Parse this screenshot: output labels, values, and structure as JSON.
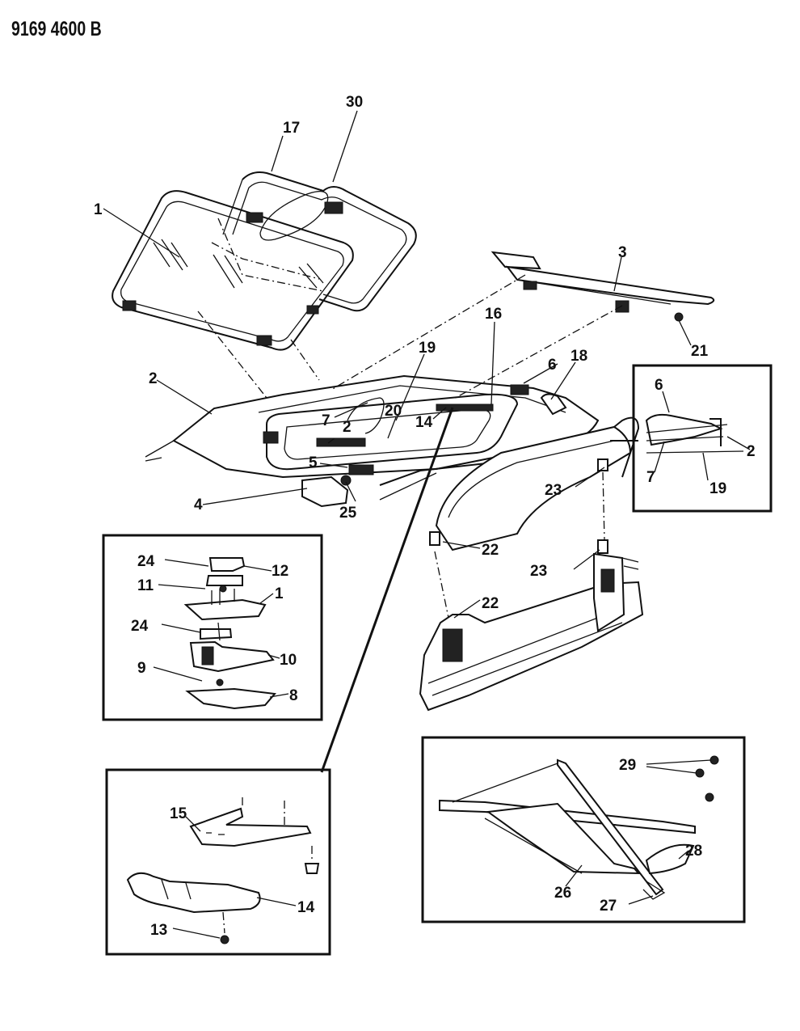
{
  "header": {
    "code": "9169 4600 B"
  },
  "callouts": [
    {
      "id": "c30",
      "text": "30"
    },
    {
      "id": "c17",
      "text": "17"
    },
    {
      "id": "c1",
      "text": "1"
    },
    {
      "id": "c3",
      "text": "3"
    },
    {
      "id": "c21",
      "text": "21"
    },
    {
      "id": "c16",
      "text": "16"
    },
    {
      "id": "c19a",
      "text": "19"
    },
    {
      "id": "c6a",
      "text": "6"
    },
    {
      "id": "c18",
      "text": "18"
    },
    {
      "id": "c2a",
      "text": "2"
    },
    {
      "id": "c7a",
      "text": "7"
    },
    {
      "id": "c2b",
      "text": "2"
    },
    {
      "id": "c20",
      "text": "20"
    },
    {
      "id": "c14a",
      "text": "14"
    },
    {
      "id": "c5",
      "text": "5"
    },
    {
      "id": "c4",
      "text": "4"
    },
    {
      "id": "c25",
      "text": "25"
    },
    {
      "id": "c6b",
      "text": "6"
    },
    {
      "id": "c2c",
      "text": "2"
    },
    {
      "id": "c7b",
      "text": "7"
    },
    {
      "id": "c19b",
      "text": "19"
    },
    {
      "id": "c23a",
      "text": "23"
    },
    {
      "id": "c22a",
      "text": "22"
    },
    {
      "id": "c23b",
      "text": "23"
    },
    {
      "id": "c22b",
      "text": "22"
    },
    {
      "id": "c24a",
      "text": "24"
    },
    {
      "id": "c12",
      "text": "12"
    },
    {
      "id": "c11",
      "text": "11"
    },
    {
      "id": "c1b",
      "text": "1"
    },
    {
      "id": "c24b",
      "text": "24"
    },
    {
      "id": "c10",
      "text": "10"
    },
    {
      "id": "c9",
      "text": "9"
    },
    {
      "id": "c8",
      "text": "8"
    },
    {
      "id": "c15",
      "text": "15"
    },
    {
      "id": "c14b",
      "text": "14"
    },
    {
      "id": "c13",
      "text": "13"
    },
    {
      "id": "c29",
      "text": "29"
    },
    {
      "id": "c28",
      "text": "28"
    },
    {
      "id": "c26",
      "text": "26"
    },
    {
      "id": "c27",
      "text": "27"
    }
  ]
}
